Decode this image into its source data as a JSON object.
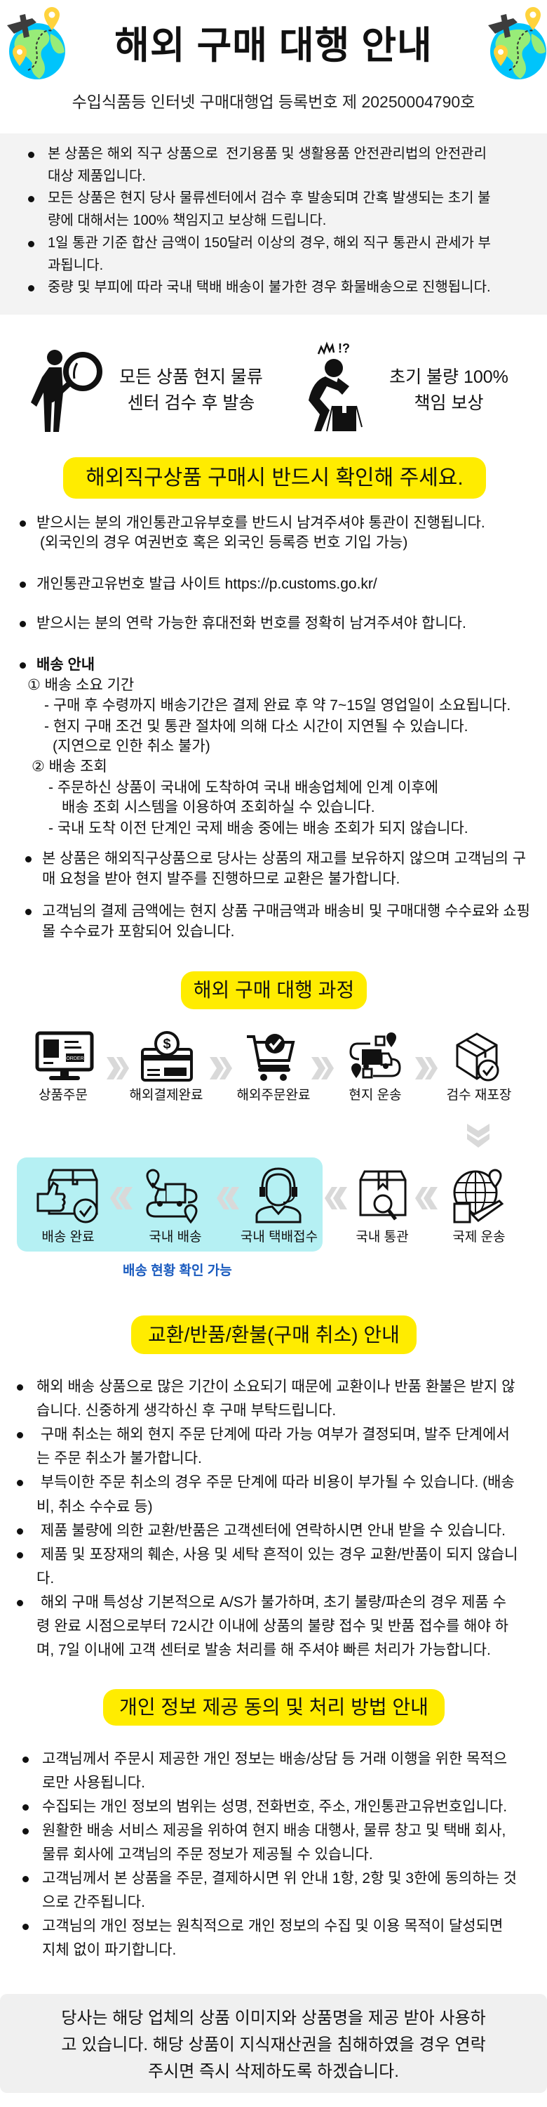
{
  "header": {
    "title": "해외 구매 대행 안내",
    "registration": "수입식품등 인터넷 구매대행업 등록번호 제 20250004790호",
    "icons": [
      "globe-travel-icon",
      "globe-travel-icon"
    ]
  },
  "notice_box": {
    "items": [
      {
        "lines": [
          "본 상품은 해외 직구 상품으로  전기용품 및 생활용품 안전관리법의 안전관리",
          "대상 제품입니다."
        ]
      },
      {
        "lines": [
          "모든 상품은 현지 당사 물류센터에서 검수 후 발송되며 간혹 발생되는 초기 불",
          "량에 대해서는 100% 책임지고 보상해 드립니다."
        ]
      },
      {
        "lines": [
          "1일 통관 기준 합산 금액이 150달러 이상의 경우, 해외 직구 통관시 관세가 부",
          "과됩니다."
        ]
      },
      {
        "lines": [
          "중량 및 부피에 따라 국내 택배 배송이 불가한 경우 화물배송으로 진행됩니다."
        ]
      }
    ]
  },
  "features": [
    {
      "icon": "inspector-magnifier-icon",
      "lines": [
        "모든 상품 현지 물류",
        "센터 검수 후 발송"
      ]
    },
    {
      "icon": "defective-box-person-icon",
      "lines": [
        "초기 불량 100%",
        "책임 보상"
      ]
    }
  ],
  "check_section": {
    "heading": "해외직구상품 구매시 반드시 확인해 주세요.",
    "customs_line1": "받으시는 분의 개인통관고유부호를 반드시 남겨주셔야 통관이 진행됩니다.",
    "customs_line2": "(외국인의 경우 여권번호 혹은 외국인 등록증 번호 기입 가능)",
    "customs_site": "개인통관고유번호 발급 사이트 https://p.customs.go.kr/",
    "phone": "받으시는 분의 연락 가능한 휴대전화 번호를 정확히 남겨주셔야 합니다.",
    "shipping_title": "배송 안내",
    "period_title": "① 배송 소요 기간",
    "period_1": "- 구매 후 수령까지 배송기간은 결제 완료 후 약 7~15일 영업일이 소요됩니다.",
    "period_2": "- 현지 구매 조건 및 통관 절차에 의해 다소 시간이 지연될 수 있습니다.",
    "period_3": "(지연으로 인한 취소 불가)",
    "tracking_title": "② 배송 조회",
    "tracking_1": "- 주문하신 상품이 국내에 도착하여 국내 배송업체에 인계 이후에",
    "tracking_2": "배송 조회 시스템을 이용하여 조회하실 수 있습니다.",
    "tracking_3": "- 국내 도착 이전 단계인 국제 배송 중에는 배송 조회가 되지 않습니다.",
    "stock_1": "본 상품은 해외직구상품으로 당사는 상품의 재고를 보유하지 않으며 고객님의 구",
    "stock_2": "매 요청을 받아 현지 발주를 진행하므로 교환은 불가합니다.",
    "fee_1": "고객님의 결제 금액에는 현지 상품 구매금액과 배송비 및 구매대행 수수료와 쇼핑",
    "fee_2": "몰 수수료가 포함되어 있습니다."
  },
  "process": {
    "heading": "해외 구매 대행 과정",
    "top_row": [
      {
        "label": "상품주문",
        "icon": "monitor-order-icon",
        "order_text": "ORDER"
      },
      {
        "label": "해외결제완료",
        "icon": "card-payment-icon"
      },
      {
        "label": "해외주문완료",
        "icon": "cart-check-icon"
      },
      {
        "label": "현지 운송",
        "icon": "truck-route-icon"
      },
      {
        "label": "검수 재포장",
        "icon": "box-check-icon"
      }
    ],
    "bottom_row": [
      {
        "label": "배송 완료",
        "icon": "box-thumbs-up-icon"
      },
      {
        "label": "국내 배송",
        "icon": "truck-route-icon"
      },
      {
        "label": "국내 택배접수",
        "icon": "headset-agent-icon"
      },
      {
        "label": "국내 통관",
        "icon": "box-search-icon"
      },
      {
        "label": "국제 운송",
        "icon": "globe-plane-icon"
      }
    ],
    "tracking_note": "배송 현황 확인 가능",
    "highlight_color": "#b5f0f3",
    "arrow_color": "#d9d9d9"
  },
  "exchange": {
    "heading": "교환/반품/환불(구매 취소) 안내",
    "items": [
      {
        "lines": [
          "해외 배송 상품으로 많은 기간이 소요되기 때문에 교환이나 반품 환불은 받지 않",
          "습니다. 신중하게 생각하신 후 구매 부탁드립니다."
        ]
      },
      {
        "lines": [
          " 구매 취소는 해외 현지 주문 단계에 따라 가능 여부가 결정되며, 발주 단계에서",
          "는 주문 취소가 불가합니다."
        ]
      },
      {
        "lines": [
          " 부득이한 주문 취소의 경우 주문 단계에 따라 비용이 부가될 수 있습니다. (배송",
          "비, 취소 수수료 등)"
        ]
      },
      {
        "lines": [
          " 제품 불량에 의한 교환/반품은 고객센터에 연락하시면 안내 받을 수 있습니다."
        ]
      },
      {
        "lines": [
          " 제품 및 포장재의 훼손, 사용 및 세탁 흔적이 있는 경우 교환/반품이 되지 않습니",
          "다."
        ]
      },
      {
        "lines": [
          " 해외 구매 특성상 기본적으로 A/S가 불가하며, 초기 불량/파손의 경우 제품 수",
          "령 완료 시점으로부터 72시간 이내에 상품의 불량 접수 및 반품 접수를 해야 하",
          "며, 7일 이내에 고객 센터로 발송 처리를 해 주셔야 빠른 처리가 가능합니다."
        ]
      }
    ]
  },
  "privacy": {
    "heading": "개인 정보 제공 동의 및 처리 방법 안내",
    "items": [
      {
        "lines": [
          "고객님께서 주문시 제공한 개인 정보는 배송/상담 등 거래 이행을 위한 목적으",
          "로만 사용됩니다."
        ]
      },
      {
        "lines": [
          "수집되는 개인 정보의 범위는 성명, 전화번호, 주소, 개인통관고유번호입니다."
        ]
      },
      {
        "lines": [
          "원활한 배송 서비스 제공을 위하여 현지 배송 대행사, 물류 창고 및 택배 회사,",
          "물류 회사에 고객님의 주문 정보가 제공될 수 있습니다."
        ]
      },
      {
        "lines": [
          "고객님께서 본 상품을 주문, 결제하시면 위 안내 1항, 2항 및 3한에 동의하는 것",
          "으로 간주됩니다."
        ]
      },
      {
        "lines": [
          "고객님의 개인 정보는 원칙적으로 개인 정보의 수집 및 이용 목적이 달성되면",
          "지체 없이 파기합니다."
        ]
      }
    ]
  },
  "disclaimer": {
    "lines": [
      "당사는 해당 업체의 상품 이미지와 상품명을 제공 받아 사용하",
      "고 있습니다. 해당 상품이 지식재산권을 침해하였을 경우 연락",
      "주시면 즉시 삭제하도록 하겠습니다."
    ]
  },
  "colors": {
    "highlight_yellow": "#ffec00",
    "notice_gray": "#f3f3f3",
    "link_blue": "#1a5bbf"
  }
}
